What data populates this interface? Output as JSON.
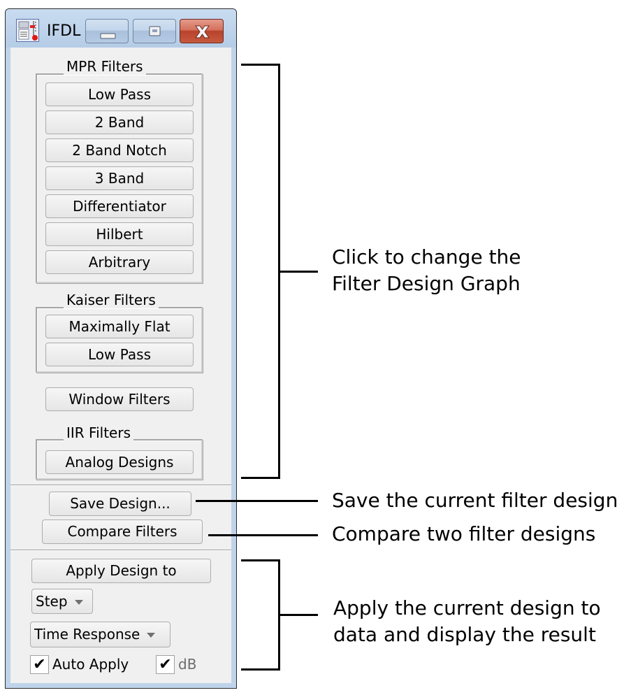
{
  "window": {
    "title": "IFDL",
    "app_icon": "filter-design-icon",
    "controls": {
      "minimize": "minimize-icon",
      "maximize": "maximize-icon",
      "close": "close-icon"
    },
    "frame_color": "#bfd3ea",
    "close_color": "#c7452f"
  },
  "mpr_group": {
    "label": "MPR Filters",
    "buttons": [
      "Low Pass",
      "2 Band",
      "2 Band Notch",
      "3 Band",
      "Differentiator",
      "Hilbert",
      "Arbitrary"
    ]
  },
  "kaiser_group": {
    "label": "Kaiser Filters",
    "buttons": [
      "Maximally Flat",
      "Low Pass"
    ]
  },
  "window_filters_button": "Window Filters",
  "iir_group": {
    "label": "IIR Filters",
    "buttons": [
      "Analog Designs"
    ]
  },
  "save_design_button": "Save Design...",
  "compare_filters_button": "Compare Filters",
  "apply": {
    "button": "Apply Design to",
    "source_select": "Step",
    "display_select": "Time Response",
    "auto_apply": {
      "label": "Auto Apply",
      "checked": true
    },
    "db": {
      "label": "dB",
      "checked": true,
      "disabled": true
    }
  },
  "annotations": {
    "filter_buttons": [
      "Click to change the",
      "Filter Design Graph"
    ],
    "save": "Save the current filter design",
    "compare": "Compare two filter designs",
    "apply": [
      "Apply the current design to",
      "data and display the result"
    ]
  },
  "check_glyph": "✔"
}
